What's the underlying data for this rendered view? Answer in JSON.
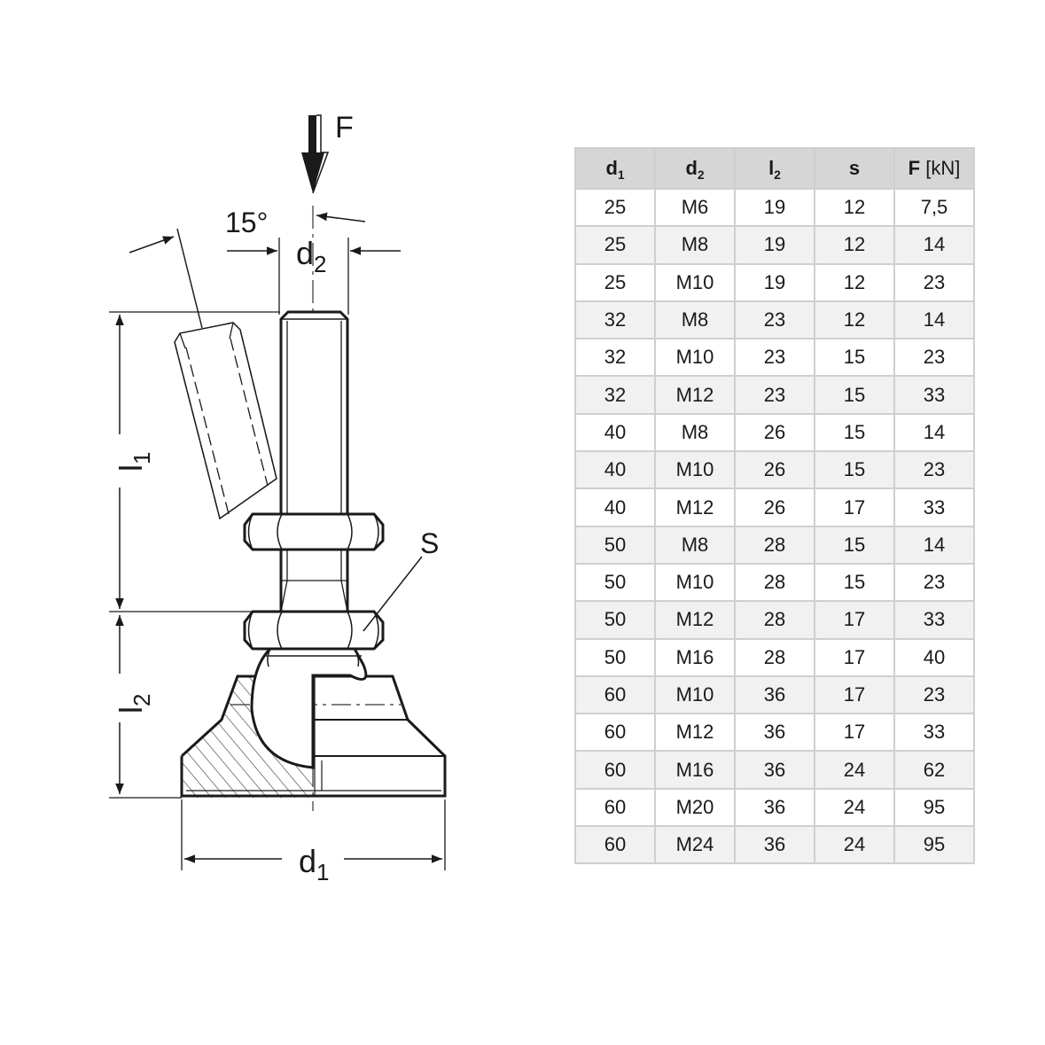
{
  "drawing": {
    "labels": {
      "force": "F",
      "angle": "15°",
      "d2": "d",
      "d2_sub": "2",
      "l1": "l",
      "l1_sub": "1",
      "l2": "l",
      "l2_sub": "2",
      "d1": "d",
      "d1_sub": "1",
      "s": "S"
    }
  },
  "table": {
    "headers": [
      {
        "main": "d",
        "sub": "1"
      },
      {
        "main": "d",
        "sub": "2"
      },
      {
        "main": "l",
        "sub": "2"
      },
      {
        "main": "s",
        "sub": ""
      },
      {
        "main": "F",
        "unit": " [kN]"
      }
    ],
    "rows": [
      [
        "25",
        "M6",
        "19",
        "12",
        "7,5"
      ],
      [
        "25",
        "M8",
        "19",
        "12",
        "14"
      ],
      [
        "25",
        "M10",
        "19",
        "12",
        "23"
      ],
      [
        "32",
        "M8",
        "23",
        "12",
        "14"
      ],
      [
        "32",
        "M10",
        "23",
        "15",
        "23"
      ],
      [
        "32",
        "M12",
        "23",
        "15",
        "33"
      ],
      [
        "40",
        "M8",
        "26",
        "15",
        "14"
      ],
      [
        "40",
        "M10",
        "26",
        "15",
        "23"
      ],
      [
        "40",
        "M12",
        "26",
        "17",
        "33"
      ],
      [
        "50",
        "M8",
        "28",
        "15",
        "14"
      ],
      [
        "50",
        "M10",
        "28",
        "15",
        "23"
      ],
      [
        "50",
        "M12",
        "28",
        "17",
        "33"
      ],
      [
        "50",
        "M16",
        "28",
        "17",
        "40"
      ],
      [
        "60",
        "M10",
        "36",
        "17",
        "23"
      ],
      [
        "60",
        "M12",
        "36",
        "17",
        "33"
      ],
      [
        "60",
        "M16",
        "36",
        "24",
        "62"
      ],
      [
        "60",
        "M20",
        "36",
        "24",
        "95"
      ],
      [
        "60",
        "M24",
        "36",
        "24",
        "95"
      ]
    ]
  }
}
